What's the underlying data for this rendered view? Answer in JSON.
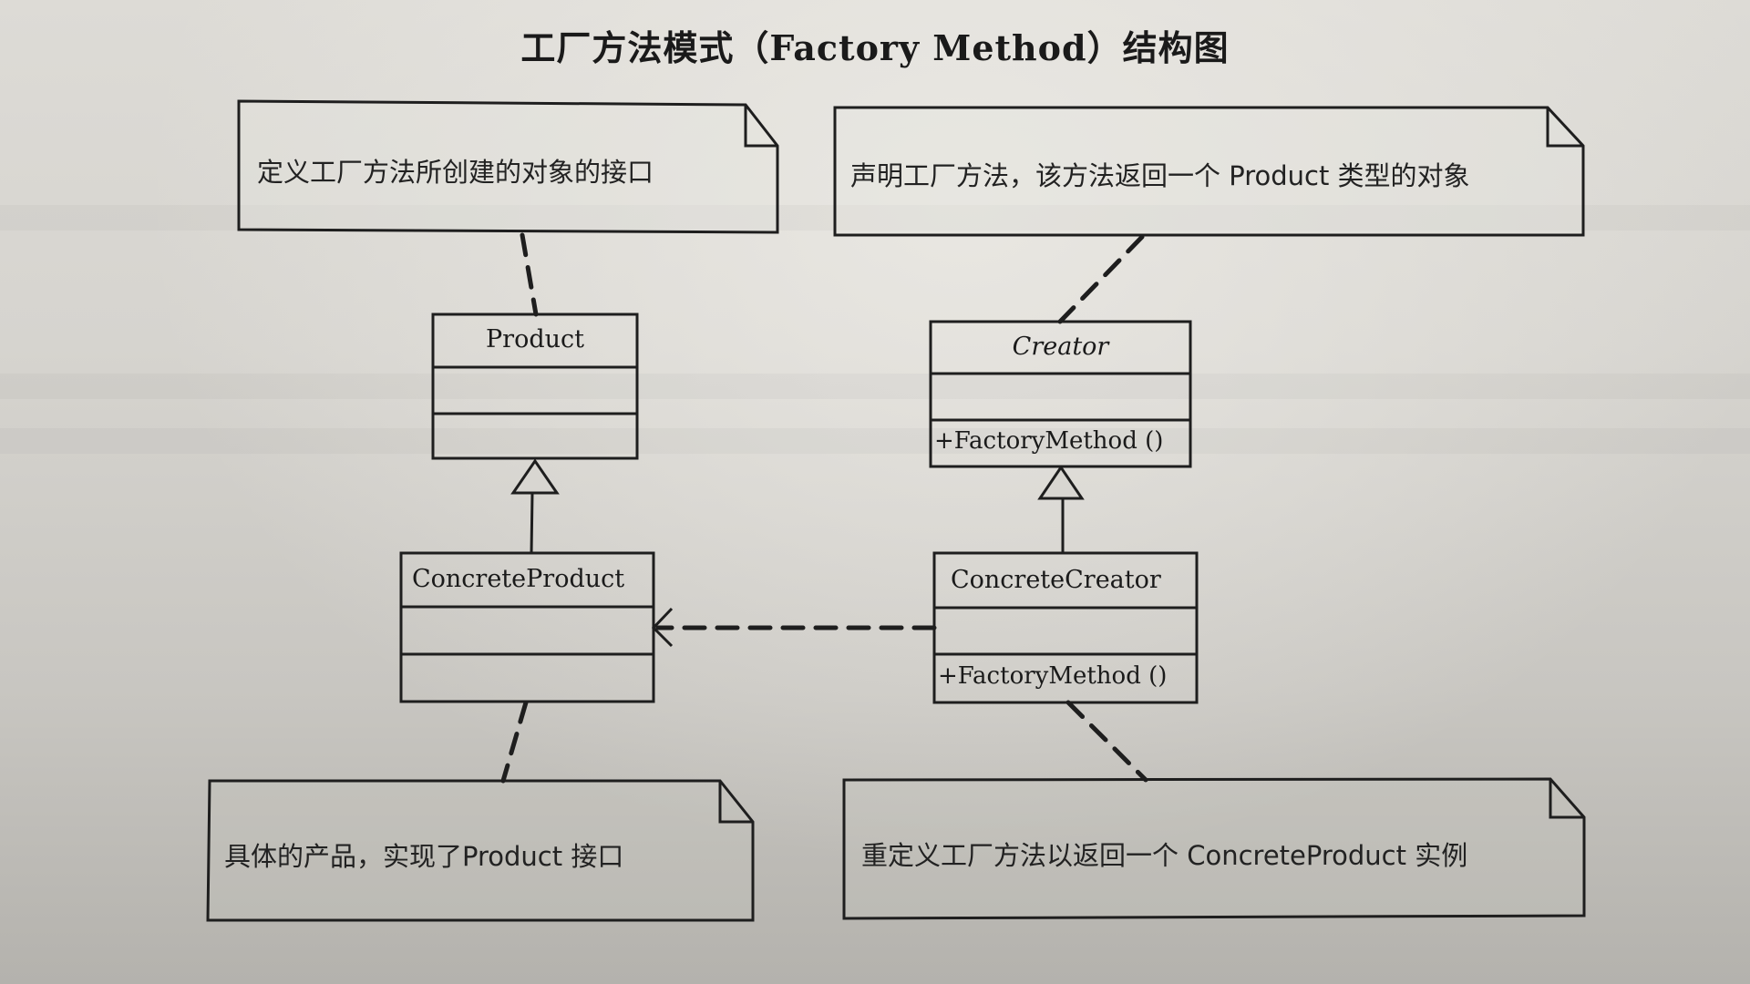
{
  "title": "工厂方法模式（Factory Method）结构图",
  "notes": {
    "product_note": "定义工厂方法所创建的对象的接口",
    "creator_note": "声明工厂方法，该方法返回一个 Product 类型的对象",
    "concrete_product_note": "具体的产品，实现了Product 接口",
    "concrete_creator_note": "重定义工厂方法以返回一个 ConcreteProduct 实例"
  },
  "classes": {
    "product": {
      "name": "Product",
      "abstract": false,
      "operations": []
    },
    "creator": {
      "name": "Creator",
      "abstract": true,
      "operations": [
        "+FactoryMethod ()"
      ]
    },
    "concrete_product": {
      "name": "ConcreteProduct",
      "abstract": false,
      "operations": []
    },
    "concrete_creator": {
      "name": "ConcreteCreator",
      "abstract": false,
      "operations": [
        "+FactoryMethod ()"
      ]
    }
  },
  "relationships": [
    {
      "type": "generalization",
      "from": "ConcreteProduct",
      "to": "Product"
    },
    {
      "type": "generalization",
      "from": "ConcreteCreator",
      "to": "Creator"
    },
    {
      "type": "dependency",
      "from": "ConcreteCreator",
      "to": "ConcreteProduct"
    },
    {
      "type": "note-anchor",
      "from": "product_note",
      "to": "Product"
    },
    {
      "type": "note-anchor",
      "from": "creator_note",
      "to": "Creator"
    },
    {
      "type": "note-anchor",
      "from": "concrete_product_note",
      "to": "ConcreteProduct"
    },
    {
      "type": "note-anchor",
      "from": "concrete_creator_note",
      "to": "ConcreteCreator"
    }
  ],
  "colors": {
    "ink": "#1e1e1e",
    "paper": "#d8d6d1"
  }
}
